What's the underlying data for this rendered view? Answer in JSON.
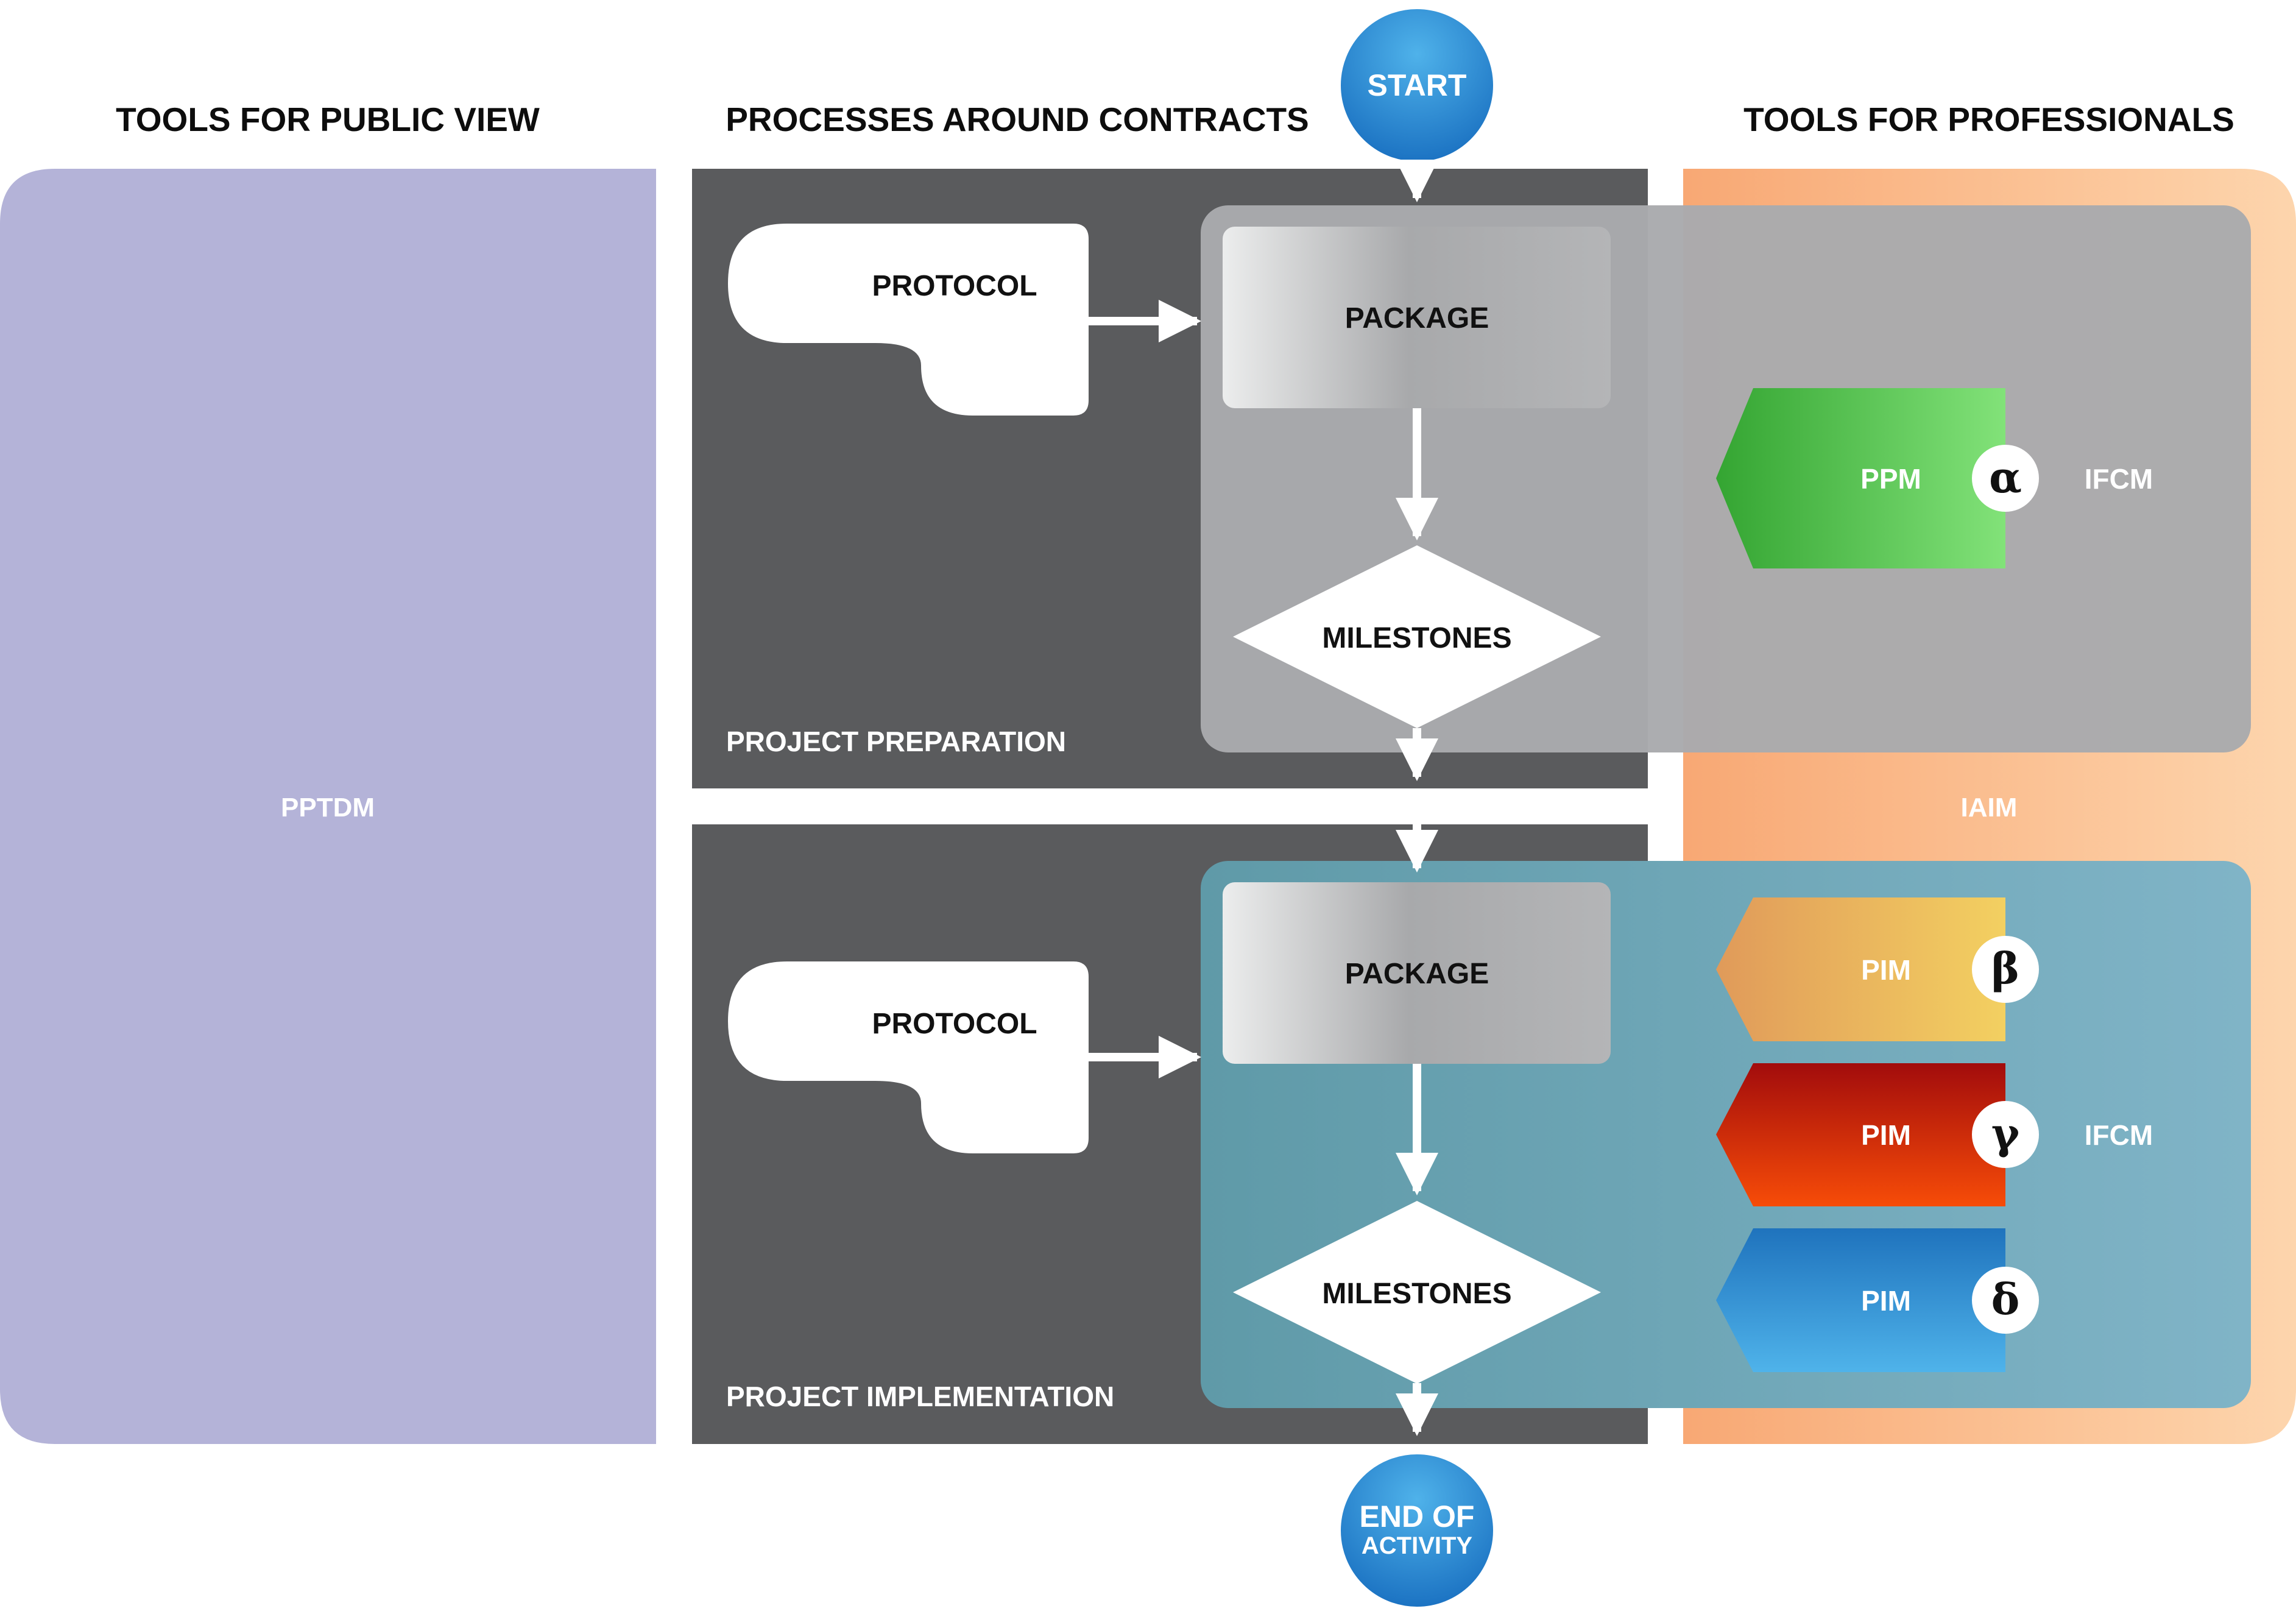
{
  "headers": {
    "public": "TOOLS FOR PUBLIC VIEW",
    "processes": "PROCESSES AROUND CONTRACTS",
    "professionals": "TOOLS FOR PROFESSIONALS"
  },
  "columns": {
    "public_tool": "PPTDM",
    "professional_tool": "IAIM"
  },
  "start": "START",
  "end": {
    "line1": "END OF",
    "line2": "ACTIVITY"
  },
  "preparation": {
    "section_label": "PROJECT PREPARATION",
    "protocol": "PROTOCOL",
    "package": "PACKAGE",
    "milestones": "MILESTONES",
    "tag": {
      "label": "PPM",
      "symbol": "α",
      "color": "#4cc455"
    },
    "ifcm": "IFCM"
  },
  "implementation": {
    "section_label": "PROJECT IMPLEMENTATION",
    "protocol": "PROTOCOL",
    "package": "PACKAGE",
    "milestones": "MILESTONES",
    "tags": [
      {
        "label": "PIM",
        "symbol": "β",
        "color": "#ebb85e"
      },
      {
        "label": "PIM",
        "symbol": "γ",
        "color": "#e33a0c"
      },
      {
        "label": "PIM",
        "symbol": "δ",
        "color": "#3391d6"
      }
    ],
    "ifcm": "IFCM"
  },
  "colors": {
    "public_panel": "#b4b3d8",
    "process_panel": "#5a5b5d",
    "professional_panel": "#f9b483",
    "prep_overlay": "#a9aaad",
    "impl_overlay": "#6ba5b3",
    "circle": "#2a8fd8"
  }
}
